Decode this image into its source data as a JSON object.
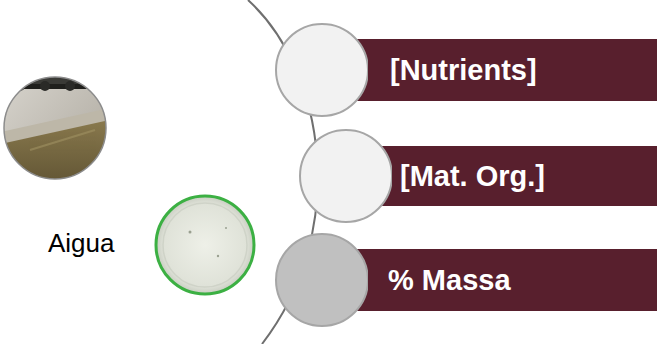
{
  "diagram": {
    "nodes": [
      {
        "text": [
          "[Nutrients]"
        ]
      },
      {
        "text": [
          "[Mat. Org.]"
        ]
      },
      {
        "text": [
          "% Massa"
        ]
      }
    ],
    "labels": [
      "Aigua"
    ]
  }
}
